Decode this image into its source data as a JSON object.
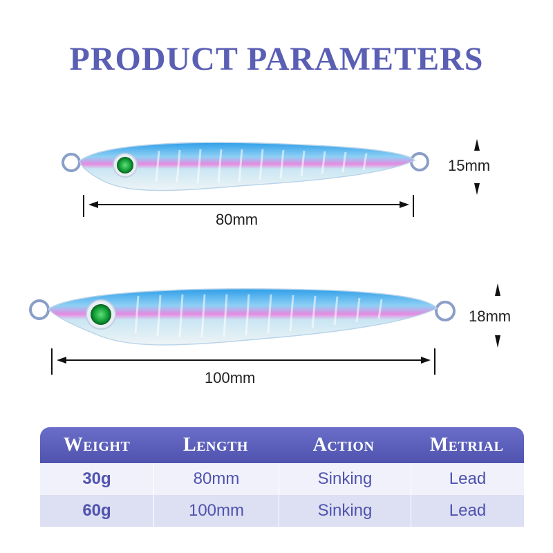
{
  "title": "PRODUCT PARAMETERS",
  "lures": [
    {
      "length_label": "80mm",
      "height_label": "15mm"
    },
    {
      "length_label": "100mm",
      "height_label": "18mm"
    }
  ],
  "table": {
    "headers": [
      "Weight",
      "Length",
      "Action",
      "Metrial"
    ],
    "rows": [
      [
        "30g",
        "80mm",
        "Sinking",
        "Lead"
      ],
      [
        "60g",
        "100mm",
        "Sinking",
        "Lead"
      ]
    ]
  },
  "colors": {
    "title": "#5a5fb4",
    "header_bg": "#4f53ae",
    "row_light": "#f1f1fb",
    "row_dark": "#dddff3",
    "lure_back": "#3aa6ea",
    "lure_stripe": "#e06ad0",
    "lure_eye": "#1aa83a"
  }
}
